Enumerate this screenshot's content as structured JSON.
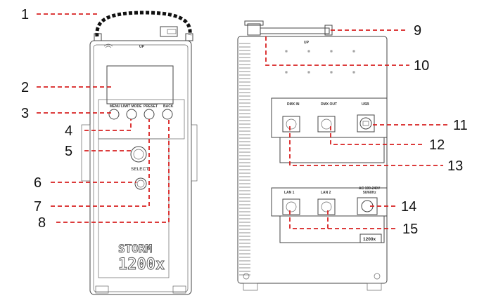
{
  "callouts": [
    "1",
    "2",
    "3",
    "4",
    "5",
    "6",
    "7",
    "8",
    "9",
    "10",
    "11",
    "12",
    "13",
    "14",
    "15"
  ],
  "front_panel": {
    "buttons": [
      "MENU",
      "LIMIT MODE",
      "PRESET",
      "BACK"
    ],
    "select_label": "SELECT",
    "top_mark": "UP",
    "brand_line1": "STORM",
    "brand_line2": "1200x"
  },
  "rear_panel": {
    "dmx_in": "DMX IN",
    "dmx_out": "DMX OUT",
    "usb": "USB",
    "lan1": "LAN 1",
    "lan2": "LAN 2",
    "ac_line1": "AC 100-240V",
    "ac_line2": "50/60Hz",
    "badge": "1200x",
    "top_mark": "UP"
  },
  "colors": {
    "leader": "#d82020",
    "outline": "#444444"
  }
}
